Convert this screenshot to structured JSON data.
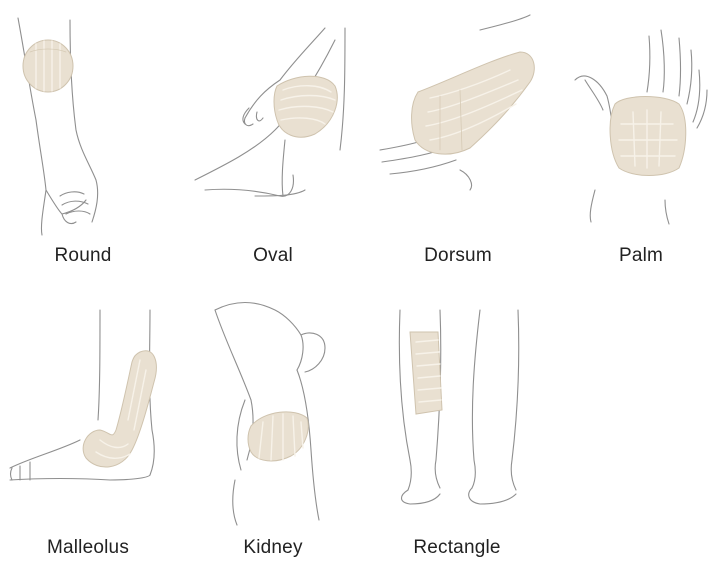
{
  "items": [
    {
      "label": "Round",
      "icon": "round-pad-on-arm-illustration"
    },
    {
      "label": "Oval",
      "icon": "oval-pad-on-leg-illustration"
    },
    {
      "label": "Dorsum",
      "icon": "dorsum-pad-on-hand-illustration"
    },
    {
      "label": "Palm",
      "icon": "palm-pad-on-hand-illustration"
    },
    {
      "label": "Malleolus",
      "icon": "malleolus-pad-on-ankle-illustration"
    },
    {
      "label": "Kidney",
      "icon": "kidney-pad-on-back-illustration"
    },
    {
      "label": "Rectangle",
      "icon": "rectangle-pad-on-shin-illustration"
    }
  ],
  "colors": {
    "pad": "#e9e0d1",
    "outline": "#8f8f8f",
    "text": "#222222"
  }
}
